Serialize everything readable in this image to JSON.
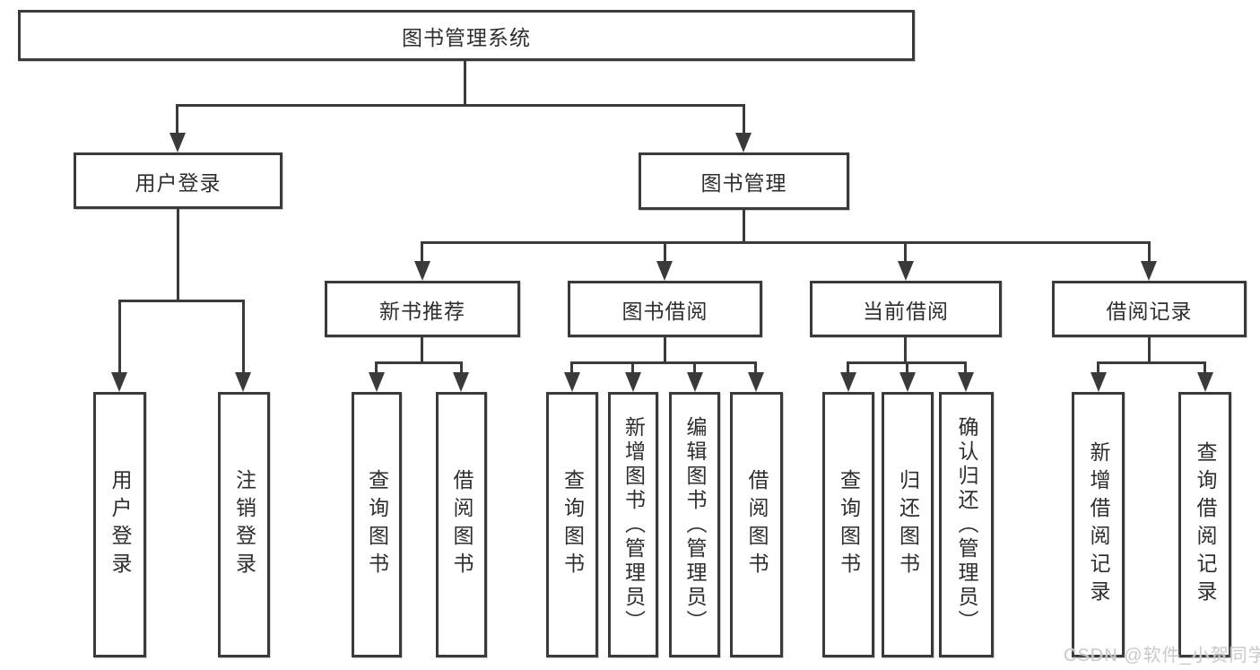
{
  "tree": {
    "root": "图书管理系统",
    "level2": [
      "用户登录",
      "图书管理"
    ],
    "level3": [
      "新书推荐",
      "图书借阅",
      "当前借阅",
      "借阅记录"
    ],
    "leaves": {
      "user_login": [
        "用户登录",
        "注销登录"
      ],
      "new_book_recommend": [
        "查询图书",
        "借阅图书"
      ],
      "book_borrow": [
        "查询图书",
        "新增图书（管理员）",
        "编辑图书（管理员）",
        "借阅图书"
      ],
      "current_borrow": [
        "查询图书",
        "归还图书",
        "确认归还（管理员）"
      ],
      "borrow_record": [
        "新增借阅记录",
        "查询借阅记录"
      ]
    }
  },
  "watermark": "CSDN @软件_小贺同学",
  "colors": {
    "line": "#3a3a3a",
    "text": "#2e2e2e",
    "box_background": "#ffffff",
    "watermark": "#c9c9c9"
  }
}
